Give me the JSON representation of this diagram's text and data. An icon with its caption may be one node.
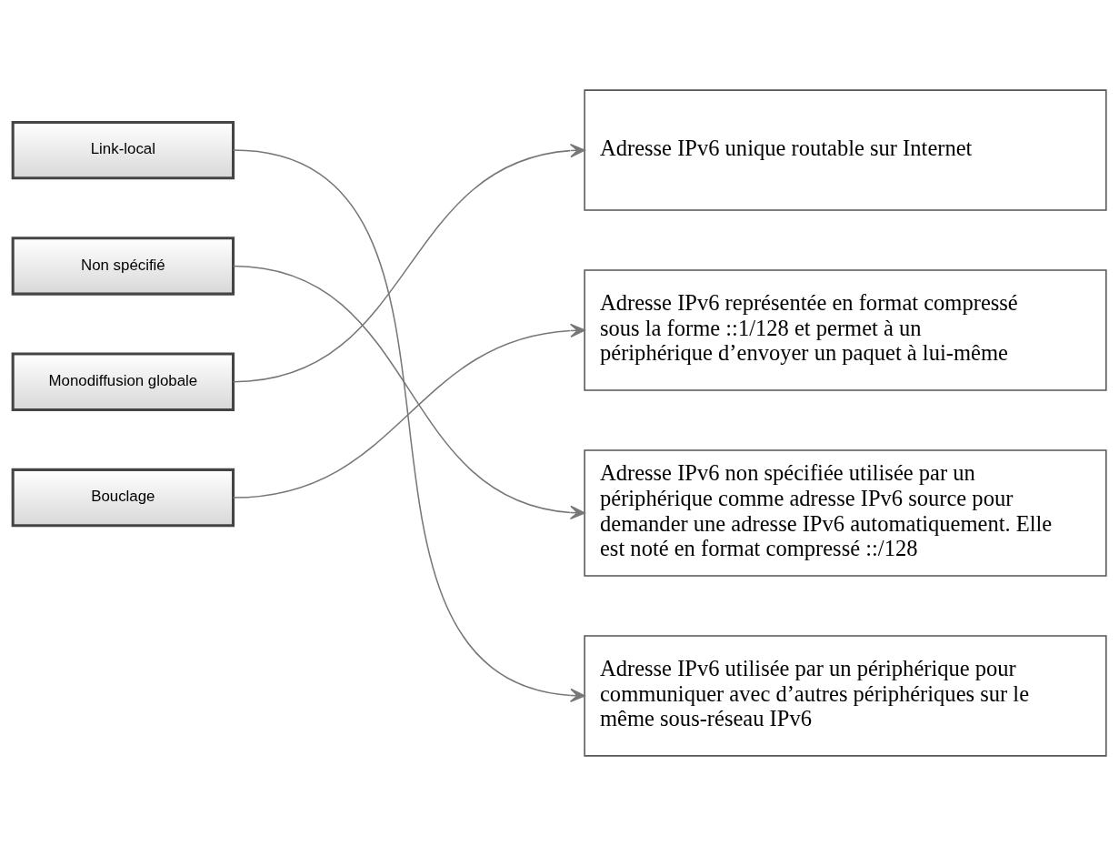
{
  "diagram": {
    "nodes": [
      {
        "text": [
          "Link-local"
        ]
      },
      {
        "text": [
          "Non spécifié"
        ]
      },
      {
        "text": [
          "Monodiffusion globale"
        ]
      },
      {
        "text": [
          "Bouclage"
        ]
      },
      {
        "text": [
          "Adresse IPv6 unique routable sur Internet"
        ]
      },
      {
        "text": [
          "Adresse IPv6 représentée en format compressé sous la forme ::1/128 et permet à un périphérique d’envoyer un paquet à lui-même"
        ]
      },
      {
        "text": [
          "Adresse IPv6 non spécifiée utilisée par un périphérique comme adresse IPv6 source pour demander une adresse IPv6 automatiquement. Elle est noté en format compressé ::/128"
        ]
      },
      {
        "text": [
          "Adresse IPv6 utilisée par un périphérique pour communiquer avec d’autres périphériques sur le même sous-réseau IPv6"
        ]
      }
    ],
    "edges": [
      {
        "from": 0,
        "to": 7,
        "arrow": "to"
      },
      {
        "from": 1,
        "to": 6,
        "arrow": "to"
      },
      {
        "from": 2,
        "to": 4,
        "arrow": "to"
      },
      {
        "from": 3,
        "to": 5,
        "arrow": "to"
      }
    ]
  }
}
